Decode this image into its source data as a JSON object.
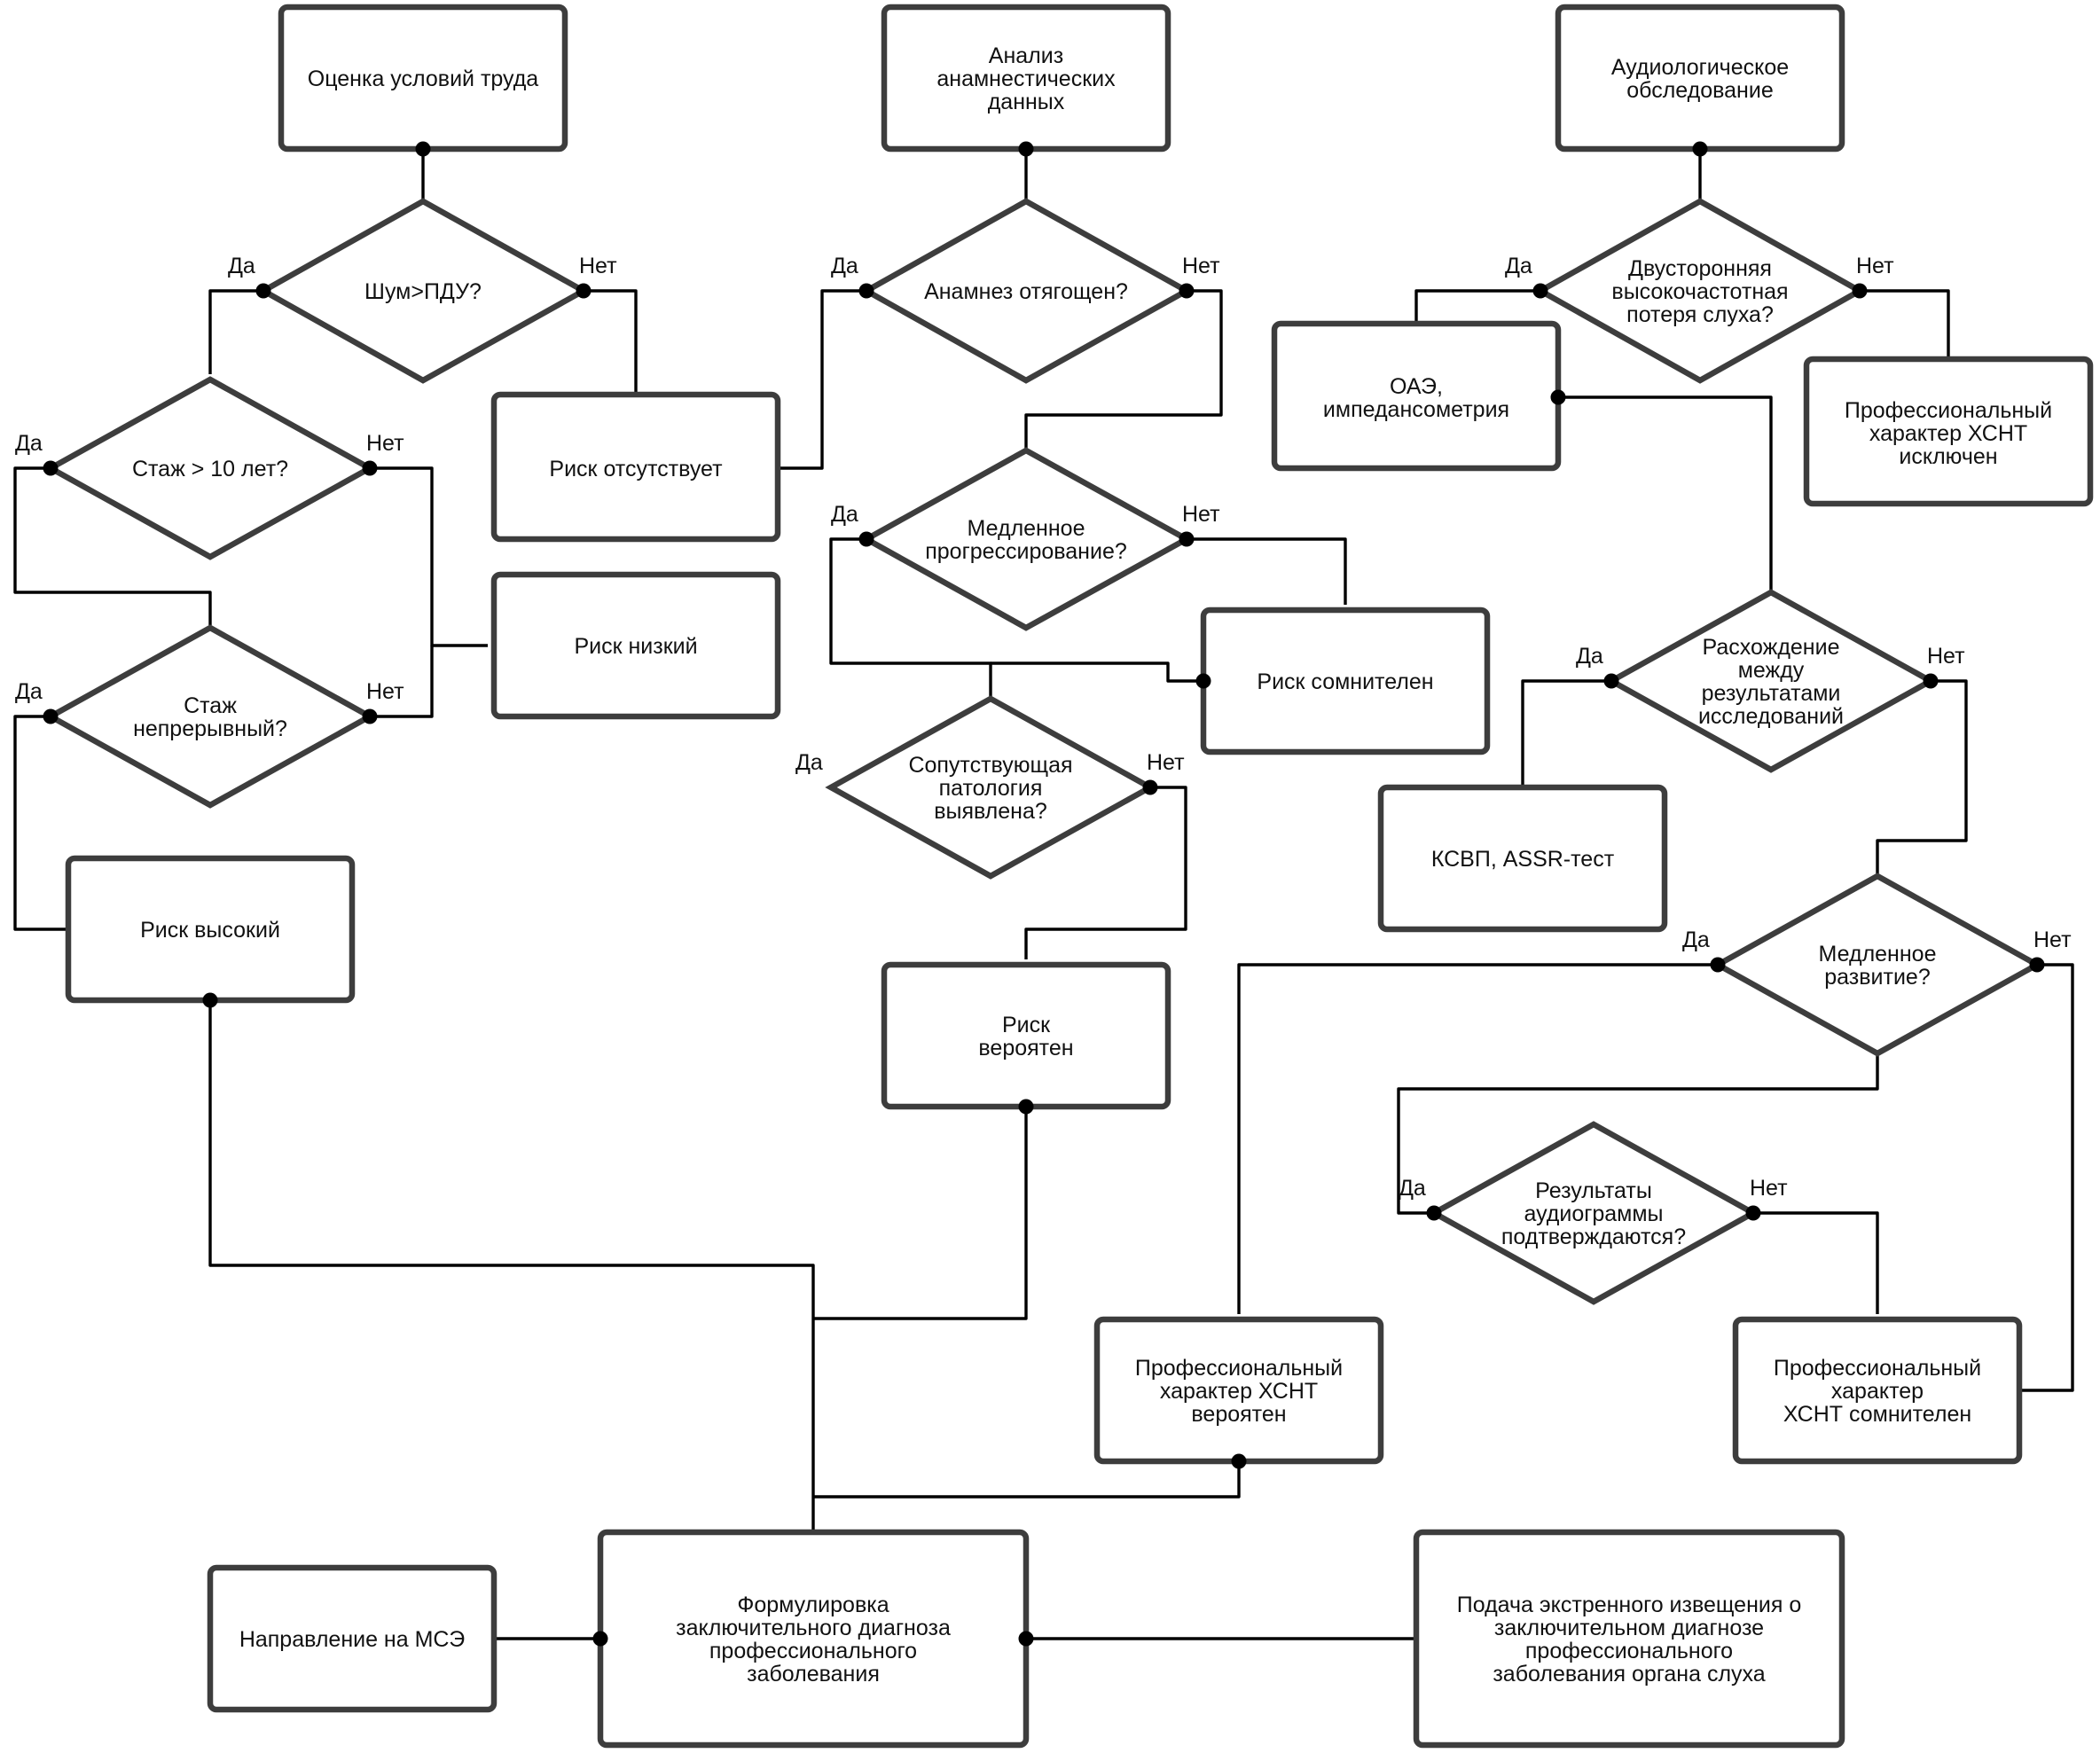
{
  "nodes": {
    "work_conditions": "Оценка условий труда",
    "anamnesis_analysis": "Анализ\nанамнестических\nданных",
    "audiological_exam": "Аудиологическое\nобследование",
    "noise_q": "Шум>ПДУ?",
    "anamnesis_q": "Анамнез отягощен?",
    "bilateral_q": "Двусторонняя\nвысокочастотная\nпотеря слуха?",
    "oae": "ОАЭ,\nимпедансометрия",
    "xsnt_excluded": "Профессиональный\nхарактер ХСНТ\nисключен",
    "risk_absent": "Риск отсутствует",
    "tenure_q": "Стаж > 10 лет?",
    "slow_progress_q": "Медленное\nпрогрессирование?",
    "risk_low": "Риск низкий",
    "risk_doubtful": "Риск сомнителен",
    "discrepancy_q": "Расхождение\nмежду\nрезультатами\nисследований",
    "continuous_q": "Стаж\nнепрерывный?",
    "comorbidity_q": "Сопутствующая\nпатология\nвыявлена?",
    "ksvp": "КСВП, ASSR-тест",
    "risk_high": "Риск высокий",
    "slow_development_q": "Медленное\nразвитие?",
    "risk_probable": "Риск\nвероятен",
    "audiogram_q": "Результаты\nаудиограммы\nподтверждаются?",
    "xsnt_probable": "Профессиональный\nхарактер ХСНТ\nвероятен",
    "xsnt_doubtful": "Профессиональный\nхарактер\nХСНТ сомнителен",
    "referral_mse": "Направление на МСЭ",
    "final_diagnosis": "Формулировка\nзаключительного диагноза\nпрофессионального\nзаболевания",
    "emergency_notice": "Подача экстренного извещения о\nзаключительном диагнозе\nпрофессионального\nзаболевания органа слуха"
  },
  "branch_labels": {
    "yes": "Да",
    "no": "Нет"
  },
  "style": {
    "node_stroke": "#3d3d3d",
    "edge_color": "#000000",
    "background": "#ffffff"
  }
}
